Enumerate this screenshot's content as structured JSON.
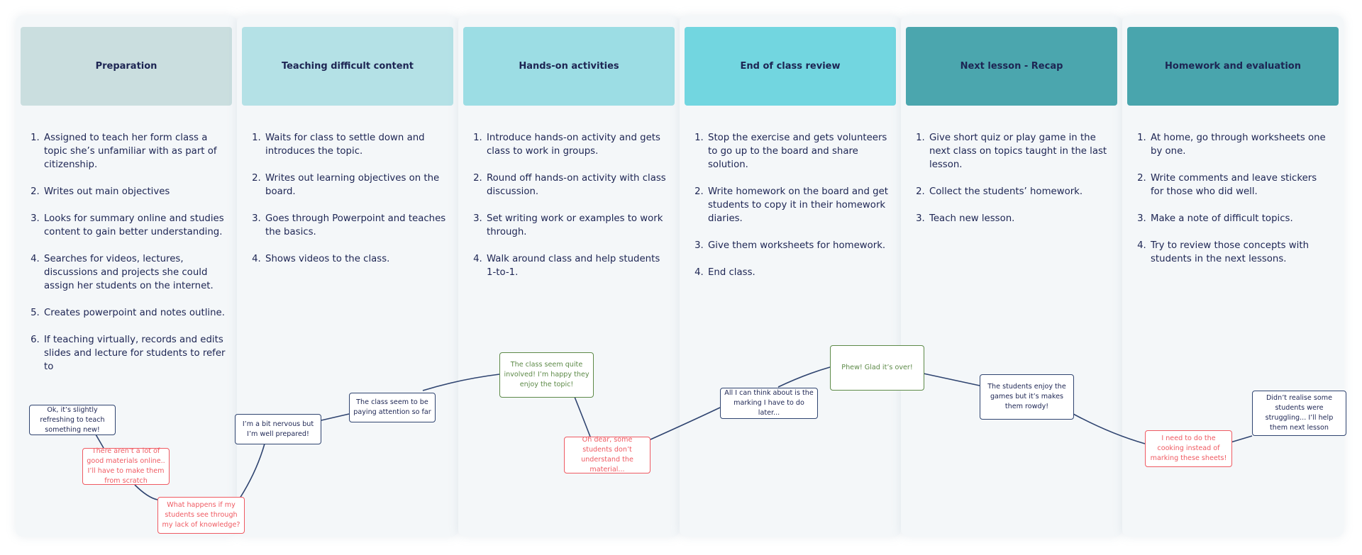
{
  "colors": {
    "text": "#1d2553",
    "line": "#2f4470",
    "negative": "#ef5a62",
    "positive": "#5d8a48",
    "header_fills": [
      "#cadedf",
      "#b4e1e6",
      "#9cdde4",
      "#72d6e0",
      "#4ba6ae",
      "#49a5ad"
    ]
  },
  "columns": [
    {
      "title": "Preparation",
      "items": [
        "Assigned to teach her form class a topic she’s unfamiliar with as part of citizenship.",
        "Writes out main objectives",
        "Looks for summary online and studies content to gain better understanding.",
        "Searches for videos, lectures, discussions and projects she could assign her students on the internet.",
        "Creates powerpoint and notes outline.",
        "If teaching virtually, records and edits slides and lecture for students to refer to"
      ]
    },
    {
      "title": "Teaching difficult content",
      "items": [
        "Waits for class to settle down and introduces the topic.",
        "Writes out learning objectives on the board.",
        "Goes through Powerpoint and teaches the basics.",
        "Shows videos to the class."
      ]
    },
    {
      "title": "Hands-on activities",
      "items": [
        "Introduce hands-on activity and gets class to work in groups.",
        "Round off hands-on activity with class discussion.",
        "Set writing work or examples to work through.",
        "Walk around class and help students 1-to-1."
      ]
    },
    {
      "title": "End of class review",
      "items": [
        "Stop the exercise and gets volunteers to go up to the board and share solution.",
        "Write homework on the board and get students to copy it in their homework diaries.",
        "Give them worksheets for homework.",
        "End class."
      ]
    },
    {
      "title": "Next lesson - Recap",
      "items": [
        "Give short quiz or play game in the next class on topics taught in the last lesson.",
        "Collect the students’ homework.",
        "Teach new lesson."
      ]
    },
    {
      "title": "Homework and evaluation",
      "items": [
        "At home, go through worksheets one by one.",
        "Write comments and leave stickers for those who did well.",
        "Make a note of difficult topics.",
        "Try to review those concepts with students in the next lessons."
      ]
    }
  ],
  "notes": [
    {
      "text": "Ok, it’s slightly refreshing to teach something new!",
      "sentiment": "neutral"
    },
    {
      "text": "There aren’t a lot of good materials online.. I’ll have to make them from scratch",
      "sentiment": "negative"
    },
    {
      "text": "What happens if my students see through my lack of knowledge?",
      "sentiment": "negative"
    },
    {
      "text": "I’m a bit nervous but I’m well prepared!",
      "sentiment": "neutral"
    },
    {
      "text": "The class seem to be paying attention so far",
      "sentiment": "neutral"
    },
    {
      "text": "The class seem quite involved! I’m happy they enjoy the topic!",
      "sentiment": "positive"
    },
    {
      "text": "Oh dear, some students don’t understand the material...",
      "sentiment": "negative"
    },
    {
      "text": "All I can think about is the marking I have to do later...",
      "sentiment": "neutral"
    },
    {
      "text": "Phew! Glad it’s over!",
      "sentiment": "positive"
    },
    {
      "text": "The students enjoy the games but it’s makes them rowdy!",
      "sentiment": "neutral"
    },
    {
      "text": "I need to do the cooking instead of marking these sheets!",
      "sentiment": "negative"
    },
    {
      "text": "Didn’t realise some students were struggling... I’ll help them next lesson",
      "sentiment": "neutral"
    }
  ]
}
